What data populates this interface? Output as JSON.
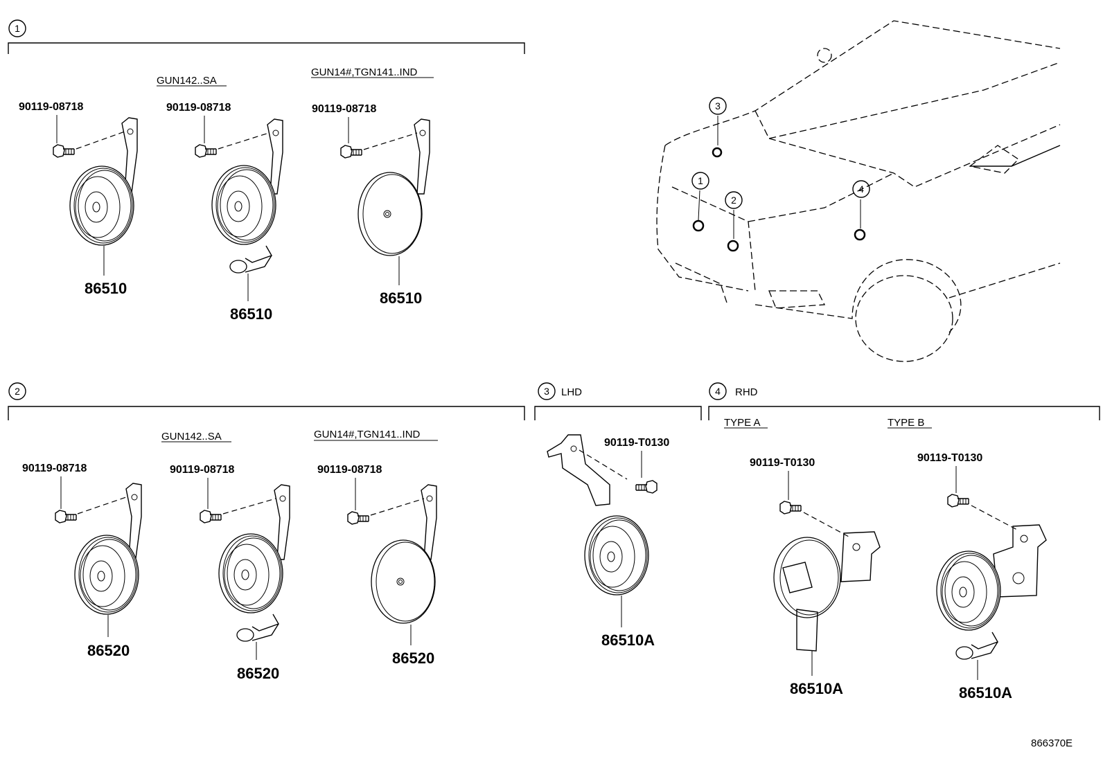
{
  "sections": {
    "s1": {
      "marker": "1",
      "variants": [
        {
          "label": "GUN142..SA"
        },
        {
          "label": "GUN14#,TGN141..IND"
        }
      ],
      "bolts": [
        "90119-08718",
        "90119-08718",
        "90119-08718"
      ],
      "parts": [
        "86510",
        "86510",
        "86510"
      ]
    },
    "s2": {
      "marker": "2",
      "variants": [
        {
          "label": "GUN142..SA"
        },
        {
          "label": "GUN14#,TGN141..IND"
        }
      ],
      "bolts": [
        "90119-08718",
        "90119-08718",
        "90119-08718"
      ],
      "parts": [
        "86520",
        "86520",
        "86520"
      ]
    },
    "s3": {
      "marker": "3",
      "label": "LHD",
      "bolt": "90119-T0130",
      "part": "86510A"
    },
    "s4": {
      "marker": "4",
      "label": "RHD",
      "types": [
        "TYPE A",
        "TYPE B"
      ],
      "bolts": [
        "90119-T0130",
        "90119-T0130"
      ],
      "parts": [
        "86510A",
        "86510A"
      ]
    }
  },
  "vehicle": {
    "markers": [
      "3",
      "1",
      "2",
      "4"
    ]
  },
  "diagram_id": "866370E"
}
